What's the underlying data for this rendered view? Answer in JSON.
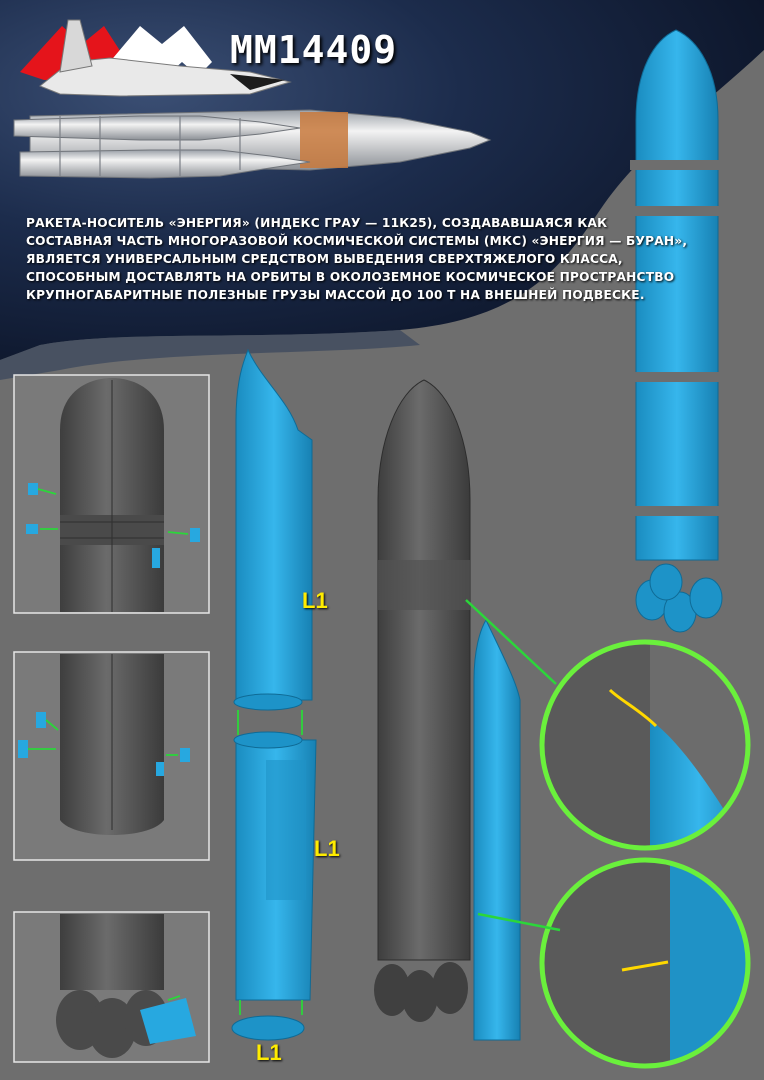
{
  "header": {
    "product_code": "MM14409",
    "logo": "mm-logo",
    "logo_colors": {
      "left": "#e5141b",
      "right": "#ffffff"
    }
  },
  "description": {
    "lines": [
      "РАКЕТА-НОСИТЕЛЬ «ЭНЕРГИЯ» (ИНДЕКС ГРАУ — 11К25), СОЗДАВАВШАЯСЯ КАК",
      "СОСТАВНАЯ ЧАСТЬ МНОГОРАЗОВОЙ КОСМИЧЕСКОЙ СИСТЕМЫ (МКС) «ЭНЕРГИЯ — БУРАН»,",
      "ЯВЛЯЕТСЯ УНИВЕРСАЛЬНЫМ СРЕДСТВОМ ВЫВЕДЕНИЯ СВЕРХТЯЖЕЛОГО КЛАССА,",
      "СПОСОБНЫМ ДОСТАВЛЯТЬ НА ОРБИТЫ В ОКОЛОЗЕМНОЕ КОСМИЧЕСКОЕ ПРОСТРАНСТВО",
      "КРУПНОГАБАРИТНЫЕ ПОЛЕЗНЫЕ ГРУЗЫ МАССОЙ ДО 100 Т НА ВНЕШНЕЙ ПОДВЕСКЕ."
    ]
  },
  "part_labels": {
    "upper_booster": "L1",
    "lower_booster": "L1",
    "booster_base": "L1"
  },
  "colors": {
    "background": "#6e6e6e",
    "sky": "#14233f",
    "part_blue": "#27a8e0",
    "model_gray": "#5f5f5f",
    "arrow_green": "#2bd63a",
    "arrow_yellow": "#ffd800",
    "label_yellow": "#ffec00",
    "callout_ring": "#6af03c"
  },
  "icons": {
    "hero": "energia-buran-illustration",
    "arrows": "assembly-arrow-icon"
  }
}
